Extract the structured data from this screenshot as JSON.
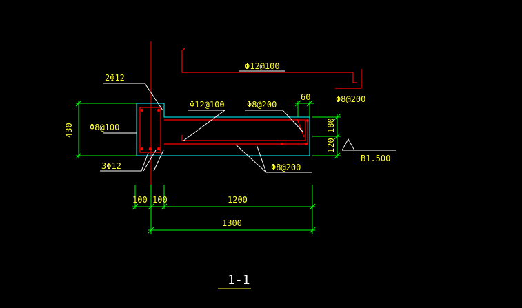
{
  "labels": {
    "top_rebar": "Φ12@100",
    "rebar_right": "Φ8@200",
    "corner_bars_top": "2Φ12",
    "corner_bars_bottom": "3Φ12",
    "beam_stirrup": "Φ8@100",
    "slab_top_rebar": "Φ12@100",
    "slab_dist_top": "Φ8@200",
    "slab_dist_bottom": "Φ8@200",
    "elevation": "B1.500",
    "section_title": "1-1"
  },
  "dimensions": {
    "height_430": "430",
    "thick_180": "180",
    "thick_120": "120",
    "edge_60": "60",
    "w_100a": "100",
    "w_100b": "100",
    "w_1200": "1200",
    "w_1300": "1300"
  },
  "colors": {
    "background": "#000000",
    "concrete": "#00ffff",
    "rebar": "#ff0000",
    "dimension": "#00ff00",
    "label": "#ffff33",
    "leader": "#ffffff",
    "title": "#ffffff"
  }
}
